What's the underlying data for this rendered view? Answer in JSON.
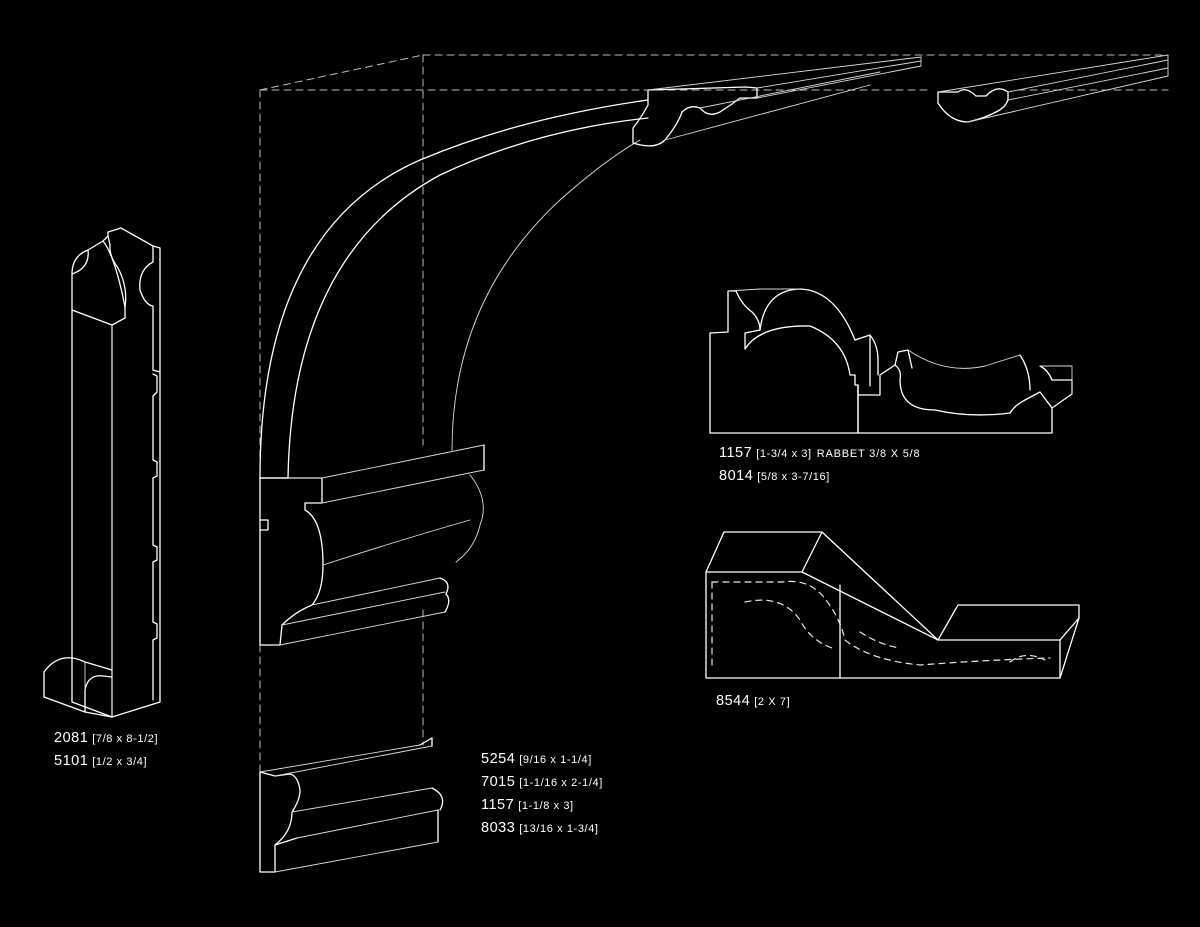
{
  "labels": {
    "group_base": [
      {
        "code": "2081",
        "dims": "[7/8 x 8-1/2]"
      },
      {
        "code": "5101",
        "dims": "[1/2 x 3/4]"
      }
    ],
    "group_chair": [
      {
        "code": "5254",
        "dims": "[9/16 x 1-1/4]"
      },
      {
        "code": "7015",
        "dims": "[1-1/16 x 2-1/4]"
      },
      {
        "code": "1157",
        "dims": "[1-1/8 x 3]"
      },
      {
        "code": "8033",
        "dims": "[13/16 x 1-3/4]"
      }
    ],
    "group_casing": [
      {
        "code": "1157",
        "dims": "[1-3/4 x 3]",
        "note": "RABBET 3/8 X 5/8"
      },
      {
        "code": "8014",
        "dims": "[5/8 x 3-7/16]"
      }
    ],
    "group_sill": [
      {
        "code": "8544",
        "dims": "[2 X 7]"
      }
    ]
  },
  "colors": {
    "background": "#000000",
    "line": "#ffffff"
  }
}
